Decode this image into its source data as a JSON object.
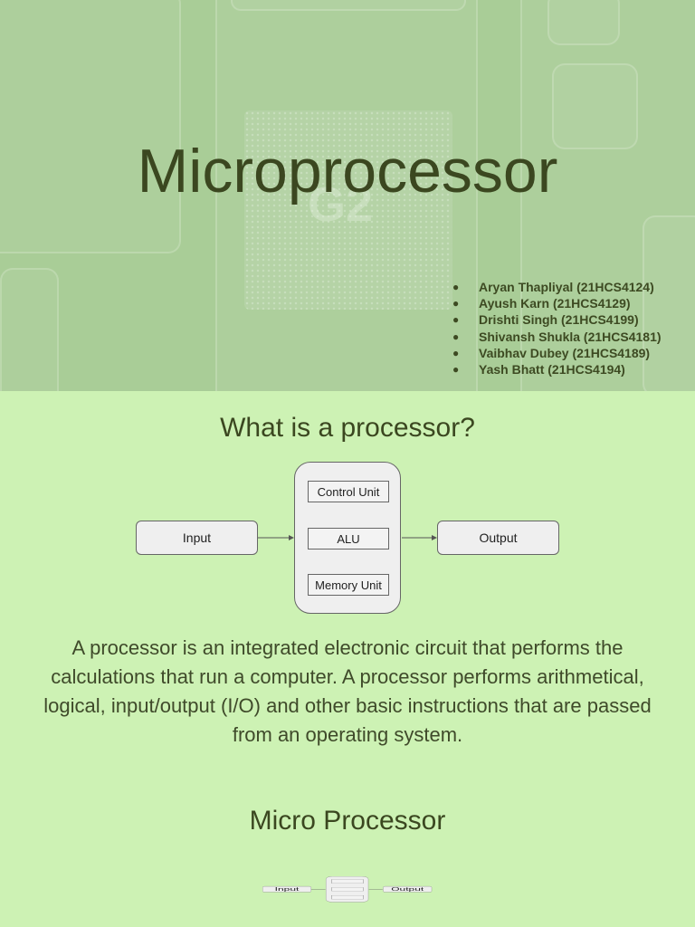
{
  "hero": {
    "title": "Microprocessor",
    "chip_logo": "G2",
    "members": [
      "Aryan Thapliyal (21HCS4124)",
      "Ayush Karn (21HCS4129)",
      "Drishti Singh (21HCS4199)",
      "Shivansh Shukla (21HCS4181)",
      "Vaibhav Dubey (21HCS4189)",
      "Yash Bhatt (21HCS4194)"
    ],
    "bullet": "●"
  },
  "section1": {
    "heading": "What is a processor?",
    "diagram": {
      "input": "Input",
      "output": "Output",
      "control": "Control Unit",
      "alu": "ALU",
      "memory": "Memory Unit"
    },
    "description": "A processor is an integrated electronic circuit that performs the calculations that run a computer. A processor performs arithmetical, logical, input/output (I/O) and other basic instructions that are passed from an operating system."
  },
  "section2": {
    "heading": "Micro Processor"
  }
}
